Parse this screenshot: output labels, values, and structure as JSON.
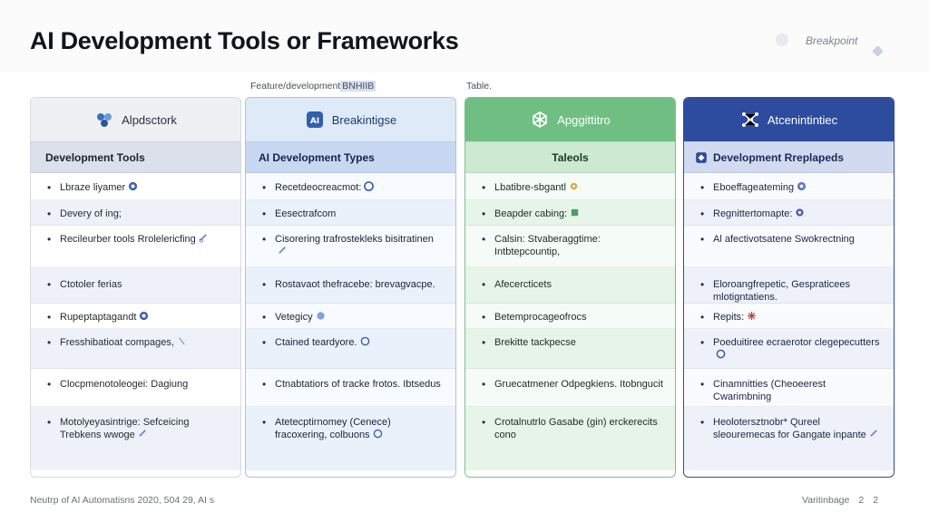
{
  "page": {
    "title": "AI Development Tools or Frameworks",
    "top_right_label": "Breakpoint",
    "annotation_left": "Feature/development",
    "annotation_left_hl": "BNHIIB",
    "annotation_right": "Table.",
    "footer_left": "Neutrp of AI Automatisns 2020, 504 29, AI s",
    "footer_right": "Varitinbage",
    "footer_pages": [
      "2",
      "2"
    ]
  },
  "colors": {
    "col1_border": "#d5d9e2",
    "col2_border": "#a8c2e6",
    "col3_header": "#6fbf83",
    "col4_header": "#2d4c9e"
  },
  "columns": [
    {
      "header": "Alpdsctork",
      "header_icon": "cluster-icon",
      "subheader": "Development Tools",
      "rows": [
        {
          "text": "Lbraze liyamer",
          "icon": "github-icon"
        },
        {
          "text": "Devery of ing;",
          "icon": ""
        },
        {
          "text": "Recileurber tools Rrolelericfing",
          "icon": "link-icon"
        },
        {
          "text": "Ctotoler ferias",
          "icon": ""
        },
        {
          "text": "Rupeptaptagandt",
          "icon": "github-icon"
        },
        {
          "text": "Fresshibatioat compages,",
          "icon": "pin-icon"
        },
        {
          "text": "Clocpmenotoleogei: Dagiung",
          "icon": ""
        },
        {
          "text": "Motolyeyasintrige: Sefceicing Trebkens wwoge",
          "icon": "link-icon"
        }
      ]
    },
    {
      "header": "Breakintigse",
      "header_icon": "ai-badge-icon",
      "subheader": "AI  Development Types",
      "rows": [
        {
          "text": "Recetdeocreacmot:",
          "icon": "github-icon"
        },
        {
          "text": "Eesectrafcom",
          "icon": ""
        },
        {
          "text": "Cisorering trafrostekleks bisitratinen",
          "icon": "link-icon"
        },
        {
          "text": "Rostavaot thefracebe: brevagvacpe.",
          "icon": ""
        },
        {
          "text": "Vetegicy",
          "icon": "github-icon"
        },
        {
          "text": "Ctained teardyore.",
          "icon": "github-icon"
        },
        {
          "text": "Ctnabtatiors of tracke frotos. Ibtsedus",
          "icon": "link-icon"
        },
        {
          "text": "Atetecptirnomey (Cenece) fracoxering, colbuons",
          "icon": "github-icon"
        }
      ]
    },
    {
      "header": "Apggittitro",
      "header_icon": "network-icon",
      "subheader": "Taleols",
      "rows": [
        {
          "text": "Lbatibre-sbgantl",
          "icon": "gear-icon"
        },
        {
          "text": "Beapder cabing:",
          "icon": "link-icon"
        },
        {
          "text": "Calsin: Stvaberaggtime: Intbtepcountip,",
          "icon": ""
        },
        {
          "text": "Afecercticets",
          "icon": ""
        },
        {
          "text": "Betemprocageofrocs",
          "icon": ""
        },
        {
          "text": "Brekitte tackpecse",
          "icon": ""
        },
        {
          "text": "Gruecatmener Odpegkiens. Itobngucit",
          "icon": ""
        },
        {
          "text": "Crotalnutrlo Gasabe (gin) erckerecits cono",
          "icon": ""
        }
      ]
    },
    {
      "header": "Atcenintintiec",
      "header_icon": "molecule-icon",
      "subheader": "Development Rreplapeds",
      "subheader_icon": "sync-icon",
      "rows": [
        {
          "text": "Eboeffageateming",
          "icon": "github-icon"
        },
        {
          "text": "Regnittertomapte:",
          "icon": "gear-icon"
        },
        {
          "text": "Al afectivotsatene Swokrectning",
          "icon": ""
        },
        {
          "text": "Eloroangfrepetic, Gespraticees mlotigntatiens.",
          "icon": ""
        },
        {
          "text": "Repits:",
          "icon": "spark-icon"
        },
        {
          "text": "Poeduitiree ecraerotor clegepecutters",
          "icon": "github-icon"
        },
        {
          "text": "Cinamnitties (Cheoeerest Cwarimbning",
          "icon": ""
        },
        {
          "text": "Heolotersztnobr* Qureel sleouremecas for Gangate inpante",
          "icon": "link-icon"
        }
      ]
    }
  ]
}
